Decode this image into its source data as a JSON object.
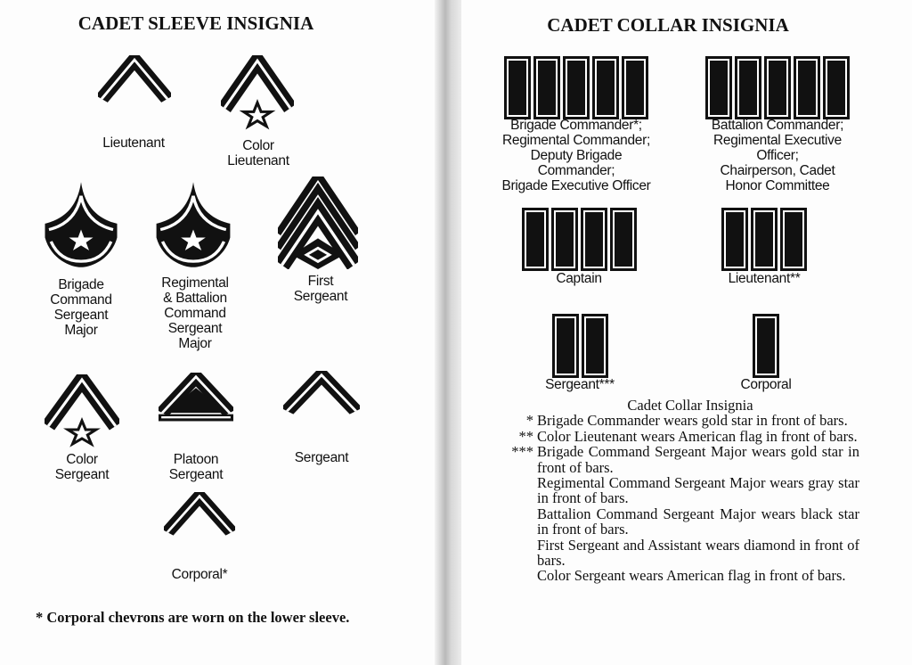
{
  "sleeve": {
    "title": "CADET SLEEVE INSIGNIA",
    "items": [
      {
        "label": [
          "Lieutenant"
        ]
      },
      {
        "label": [
          "Color",
          "Lieutenant"
        ]
      },
      {
        "label": [
          "Brigade",
          "Command",
          "Sergeant",
          "Major"
        ]
      },
      {
        "label": [
          "Regimental",
          "& Battalion",
          "Command",
          "Sergeant",
          "Major"
        ]
      },
      {
        "label": [
          "First",
          "Sergeant"
        ]
      },
      {
        "label": [
          "Color",
          "Sergeant"
        ]
      },
      {
        "label": [
          "Platoon",
          "Sergeant"
        ]
      },
      {
        "label": [
          "Sergeant"
        ]
      },
      {
        "label": [
          "Corporal*"
        ]
      }
    ],
    "footnote": "* Corporal chevrons are worn on the lower sleeve."
  },
  "collar": {
    "title": "CADET COLLAR INSIGNIA",
    "items": [
      {
        "bars": 5,
        "label": [
          "Brigade Commander*;",
          "Regimental Commander;",
          "Deputy Brigade",
          "Commander;",
          "Brigade Executive Officer"
        ]
      },
      {
        "bars": 5,
        "label": [
          "Battalion Commander;",
          "Regimental Executive",
          "Officer;",
          "Chairperson, Cadet",
          "Honor Committee"
        ]
      },
      {
        "bars": 4,
        "label": [
          "Captain"
        ]
      },
      {
        "bars": 3,
        "label": [
          "Lieutenant**"
        ]
      },
      {
        "bars": 2,
        "label": [
          "Sergeant***"
        ]
      },
      {
        "bars": 1,
        "label": [
          "Corporal"
        ]
      }
    ],
    "notes_heading": "Cadet Collar Insignia",
    "notes": [
      {
        "mark": "*",
        "text": [
          "Brigade Commander wears gold star in front of bars."
        ]
      },
      {
        "mark": "**",
        "text": [
          "Color Lieutenant wears American flag in front of bars."
        ]
      },
      {
        "mark": "***",
        "text": [
          "Brigade Command Sergeant Major wears gold star in front of bars.",
          "Regimental Command Sergeant Major wears gray star in front of bars.",
          "Battalion Command Sergeant Major wears black star in front of bars.",
          "First Sergeant and Assistant wears diamond in front of bars.",
          "Color Sergeant wears American flag in front of bars."
        ]
      }
    ]
  }
}
